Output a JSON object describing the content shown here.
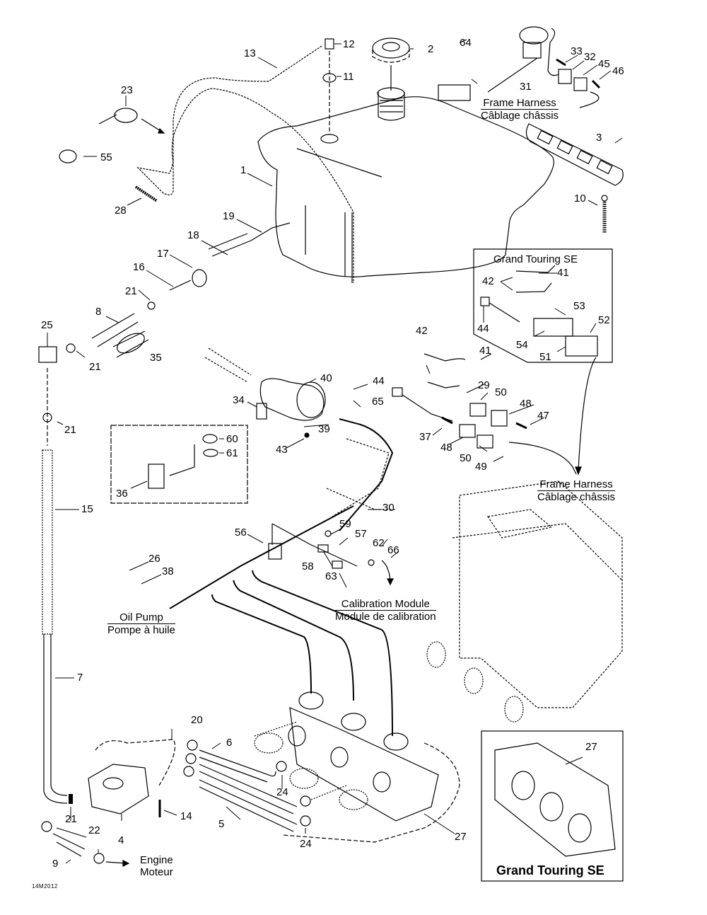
{
  "diagram_code": "14M2012",
  "callouts": [
    {
      "id": "c1",
      "text": "1"
    },
    {
      "id": "c2",
      "text": "2"
    },
    {
      "id": "c3",
      "text": "3"
    },
    {
      "id": "c4",
      "text": "4"
    },
    {
      "id": "c5",
      "text": "5"
    },
    {
      "id": "c6",
      "text": "6"
    },
    {
      "id": "c7",
      "text": "7"
    },
    {
      "id": "c8",
      "text": "8"
    },
    {
      "id": "c9",
      "text": "9"
    },
    {
      "id": "c10",
      "text": "10"
    },
    {
      "id": "c11",
      "text": "11"
    },
    {
      "id": "c12",
      "text": "12"
    },
    {
      "id": "c13",
      "text": "13"
    },
    {
      "id": "c14",
      "text": "14"
    },
    {
      "id": "c15",
      "text": "15"
    },
    {
      "id": "c16",
      "text": "16"
    },
    {
      "id": "c17",
      "text": "17"
    },
    {
      "id": "c18",
      "text": "18"
    },
    {
      "id": "c19",
      "text": "19"
    },
    {
      "id": "c20",
      "text": "20"
    },
    {
      "id": "c21a",
      "text": "21"
    },
    {
      "id": "c21b",
      "text": "21"
    },
    {
      "id": "c21c",
      "text": "21"
    },
    {
      "id": "c21d",
      "text": "21"
    },
    {
      "id": "c22",
      "text": "22"
    },
    {
      "id": "c23",
      "text": "23"
    },
    {
      "id": "c24a",
      "text": "24"
    },
    {
      "id": "c24b",
      "text": "24"
    },
    {
      "id": "c25",
      "text": "25"
    },
    {
      "id": "c26",
      "text": "26"
    },
    {
      "id": "c27a",
      "text": "27"
    },
    {
      "id": "c27b",
      "text": "27"
    },
    {
      "id": "c28",
      "text": "28"
    },
    {
      "id": "c29",
      "text": "29"
    },
    {
      "id": "c30",
      "text": "30"
    },
    {
      "id": "c31",
      "text": "31"
    },
    {
      "id": "c32",
      "text": "32"
    },
    {
      "id": "c33",
      "text": "33"
    },
    {
      "id": "c34",
      "text": "34"
    },
    {
      "id": "c35",
      "text": "35"
    },
    {
      "id": "c36",
      "text": "36"
    },
    {
      "id": "c37",
      "text": "37"
    },
    {
      "id": "c38",
      "text": "38"
    },
    {
      "id": "c39",
      "text": "39"
    },
    {
      "id": "c40",
      "text": "40"
    },
    {
      "id": "c41a",
      "text": "41"
    },
    {
      "id": "c41b",
      "text": "41"
    },
    {
      "id": "c42a",
      "text": "42"
    },
    {
      "id": "c42b",
      "text": "42"
    },
    {
      "id": "c43",
      "text": "43"
    },
    {
      "id": "c44a",
      "text": "44"
    },
    {
      "id": "c44b",
      "text": "44"
    },
    {
      "id": "c45",
      "text": "45"
    },
    {
      "id": "c46",
      "text": "46"
    },
    {
      "id": "c47",
      "text": "47"
    },
    {
      "id": "c48a",
      "text": "48"
    },
    {
      "id": "c48b",
      "text": "48"
    },
    {
      "id": "c49",
      "text": "49"
    },
    {
      "id": "c50a",
      "text": "50"
    },
    {
      "id": "c50b",
      "text": "50"
    },
    {
      "id": "c51",
      "text": "51"
    },
    {
      "id": "c52",
      "text": "52"
    },
    {
      "id": "c53",
      "text": "53"
    },
    {
      "id": "c54",
      "text": "54"
    },
    {
      "id": "c55",
      "text": "55"
    },
    {
      "id": "c56",
      "text": "56"
    },
    {
      "id": "c57",
      "text": "57"
    },
    {
      "id": "c58",
      "text": "58"
    },
    {
      "id": "c59",
      "text": "59"
    },
    {
      "id": "c60",
      "text": "60"
    },
    {
      "id": "c61",
      "text": "61"
    },
    {
      "id": "c62",
      "text": "62"
    },
    {
      "id": "c63",
      "text": "63"
    },
    {
      "id": "c64",
      "text": "64"
    },
    {
      "id": "c65",
      "text": "65"
    },
    {
      "id": "c66",
      "text": "66"
    }
  ],
  "captions": {
    "frame_harness_top": {
      "en": "Frame Harness",
      "fr": "Câblage châssis"
    },
    "frame_harness_right": {
      "en": "Frame Harness",
      "fr": "Câblage châssis"
    },
    "calibration_module": {
      "en": "Calibration Module",
      "fr": "Module de calibration"
    },
    "oil_pump": {
      "en": "Oil Pump",
      "fr": "Pompe à huile"
    },
    "engine": {
      "en": "Engine",
      "fr": "Moteur"
    }
  },
  "boxes": {
    "grand_touring_harness": {
      "title": "Grand Touring SE"
    },
    "grand_touring_carb": {
      "title": "Grand Touring SE"
    }
  }
}
